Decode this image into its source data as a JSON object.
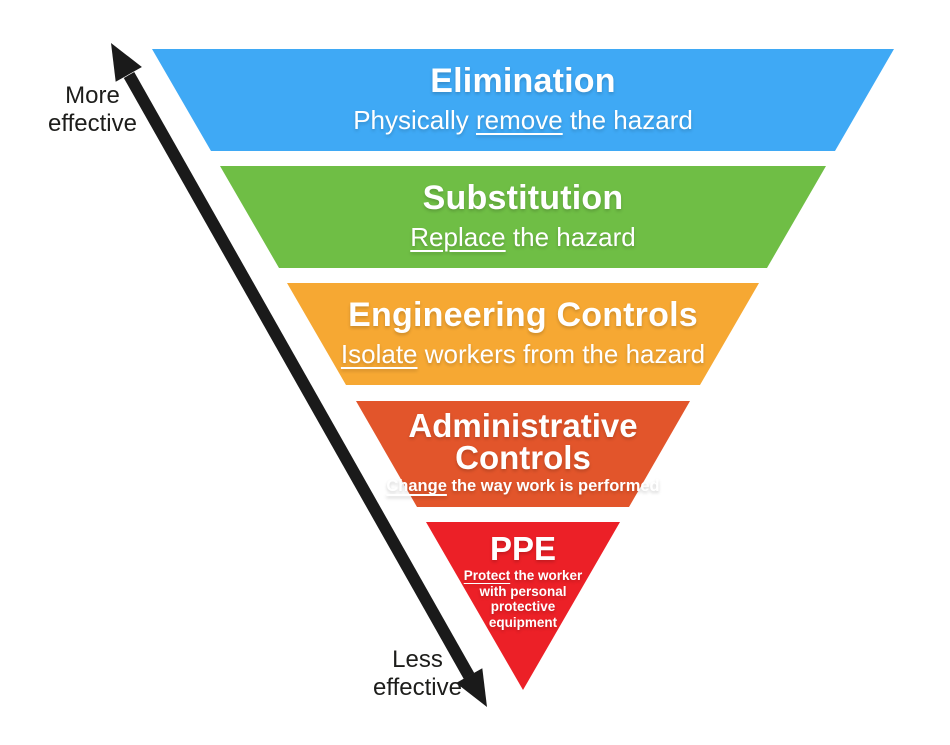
{
  "diagram": {
    "more_effective": {
      "line1": "More",
      "line2": "effective"
    },
    "less_effective": {
      "line1": "Less",
      "line2": "effective"
    }
  },
  "colors": {
    "elimination": "#3FA9F5",
    "substitution": "#6FBE45",
    "engineering": "#F6A833",
    "administrative": "#E2552B",
    "ppe": "#EC2027",
    "arrow": "#1A1A1A"
  },
  "levels": [
    {
      "id": "elimination",
      "title": "Elimination",
      "sub_pre": "Physically ",
      "sub_underline": "remove",
      "sub_post": " the hazard"
    },
    {
      "id": "substitution",
      "title": "Substitution",
      "sub_pre": "",
      "sub_underline": "Replace",
      "sub_post": " the hazard"
    },
    {
      "id": "engineering-controls",
      "title": "Engineering Controls",
      "sub_pre": "",
      "sub_underline": "Isolate",
      "sub_post": " workers from the hazard"
    },
    {
      "id": "administrative-controls",
      "title_line1": "Administrative",
      "title_line2": "Controls",
      "sub_pre": "",
      "sub_underline": "Change",
      "sub_post": " the way work is performed"
    },
    {
      "id": "ppe",
      "title": "PPE",
      "sub_underline": "Protect",
      "sub_post": " the worker",
      "sub_line2": "with personal",
      "sub_line3": "protective",
      "sub_line4": "equipment"
    }
  ]
}
